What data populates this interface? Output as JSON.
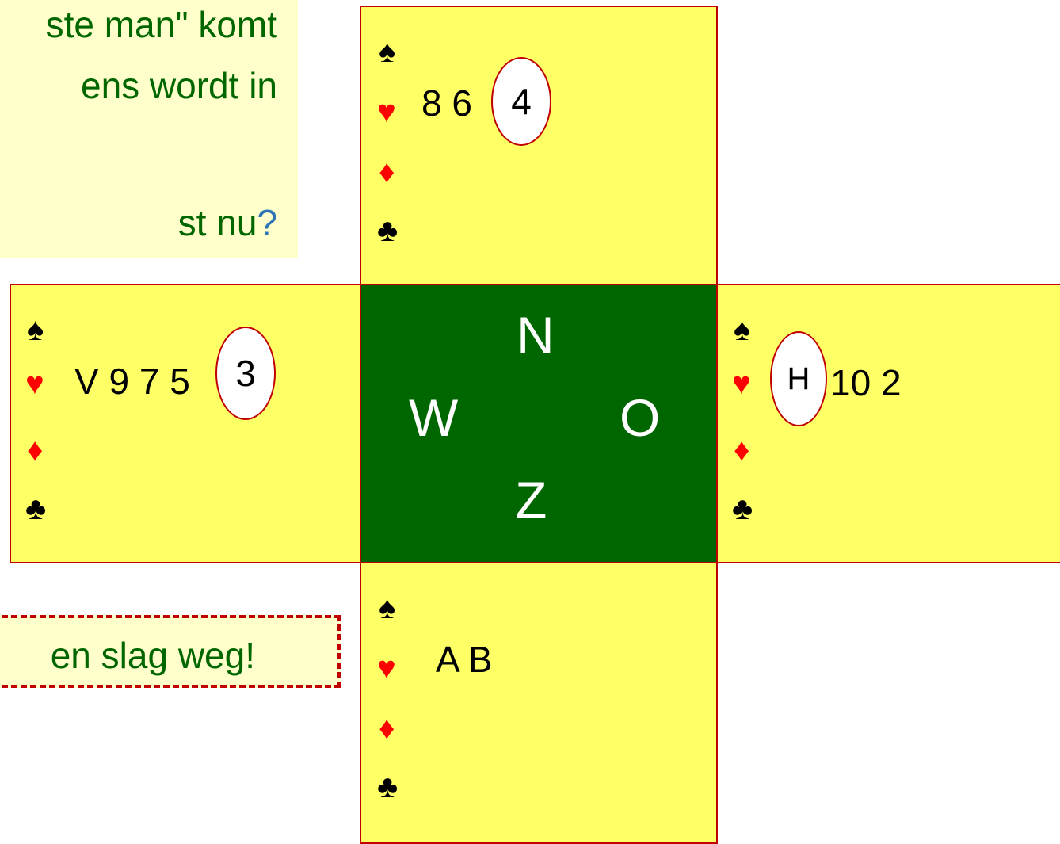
{
  "instructions": {
    "lines": [
      "ste man\" komt",
      "ens wordt in",
      "",
      "st nu"
    ],
    "question_mark": "?"
  },
  "callout": {
    "text": "en slag weg!"
  },
  "suits": {
    "spades": "♠",
    "hearts": "♥",
    "diamonds": "♦",
    "clubs": "♣"
  },
  "north": {
    "hearts": "8 6",
    "played_card": "4"
  },
  "west": {
    "hearts": "V 9 7 5",
    "played_card": "3"
  },
  "east": {
    "played_card": "H",
    "hearts": "10 2"
  },
  "south": {
    "hearts": "A B"
  },
  "compass": {
    "n": "N",
    "w": "W",
    "o": "O",
    "z": "Z"
  },
  "colors": {
    "panel": "#FFFF66",
    "textbox": "#FFFFCC",
    "border": "#C00000",
    "table": "#006600",
    "text_green": "#006600",
    "red_suit": "#FF0000",
    "question_blue": "#2E75B6"
  }
}
